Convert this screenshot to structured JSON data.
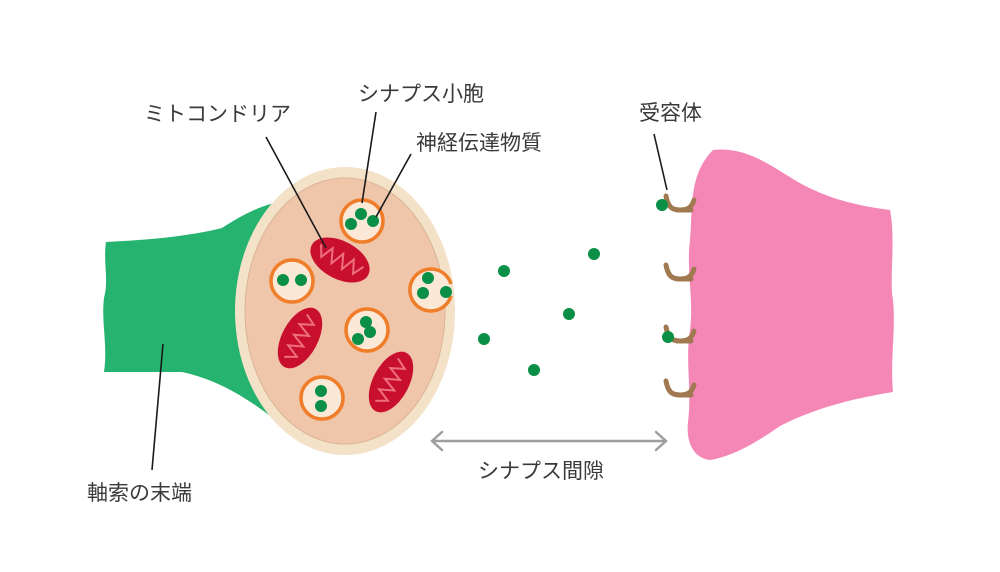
{
  "labels": {
    "mitochondria": "ミトコンドリア",
    "synaptic_vesicle": "シナプス小胞",
    "neurotransmitter": "神経伝達物質",
    "receptor": "受容体",
    "axon_terminal": "軸索の末端",
    "synaptic_cleft": "シナプス間隙"
  },
  "colors": {
    "axon": "#25b36f",
    "terminal_rim": "#f4e2c8",
    "terminal_inner": "#f0c6aa",
    "mitochondria": "#c8102e",
    "vesicle": "#ef7d2a",
    "neurotransmitter": "#0a8f47",
    "receptor": "#a07950",
    "postsynaptic": "#f487b6",
    "arrow": "#9e9e9e"
  }
}
